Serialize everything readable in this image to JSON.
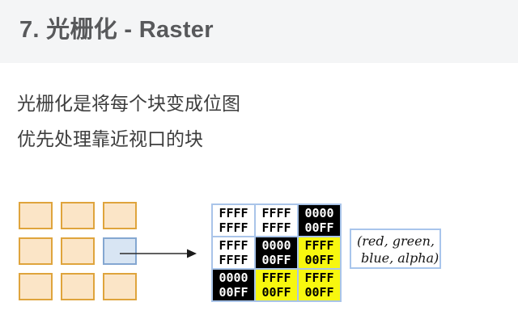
{
  "slide": {
    "title": "7. 光栅化 - Raster",
    "body_lines": {
      "line1": "光栅化是将每个块变成位图",
      "line2": "优先处理靠近视口的块"
    }
  },
  "diagram": {
    "tile_grid": {
      "rows": 3,
      "cols": 3,
      "tiles": [
        "normal",
        "normal",
        "normal",
        "normal",
        "normal",
        "highlight",
        "normal",
        "normal",
        "normal"
      ]
    },
    "bitmap_table": {
      "cells": [
        {
          "bg": "white",
          "line1": "FFFF",
          "line2": "FFFF"
        },
        {
          "bg": "white",
          "line1": "FFFF",
          "line2": "FFFF"
        },
        {
          "bg": "black",
          "line1": "0000",
          "line2": "00FF"
        },
        {
          "bg": "white",
          "line1": "FFFF",
          "line2": "FFFF"
        },
        {
          "bg": "black",
          "line1": "0000",
          "line2": "00FF"
        },
        {
          "bg": "yellow",
          "line1": "FFFF",
          "line2": "00FF"
        },
        {
          "bg": "black",
          "line1": "0000",
          "line2": "00FF"
        },
        {
          "bg": "yellow",
          "line1": "FFFF",
          "line2": "00FF"
        },
        {
          "bg": "yellow",
          "line1": "FFFF",
          "line2": "00FF"
        }
      ]
    },
    "label_box": {
      "line1": "(red, green,",
      "line2": "blue, alpha)"
    }
  },
  "colors": {
    "header_bg": "#F4F5F6",
    "title_text": "#58595B",
    "body_text": "#3E3E3E",
    "tile_fill": "#FBE5C7",
    "tile_border": "#DFA43C",
    "highlight_tile_fill": "#D8E5F3",
    "highlight_tile_border": "#84A7D1",
    "table_border": "#A9C4E9",
    "cell_white": "#FFFFFF",
    "cell_black": "#000000",
    "cell_yellow": "#F7F70F",
    "label_box_border": "#A8C5EC"
  }
}
